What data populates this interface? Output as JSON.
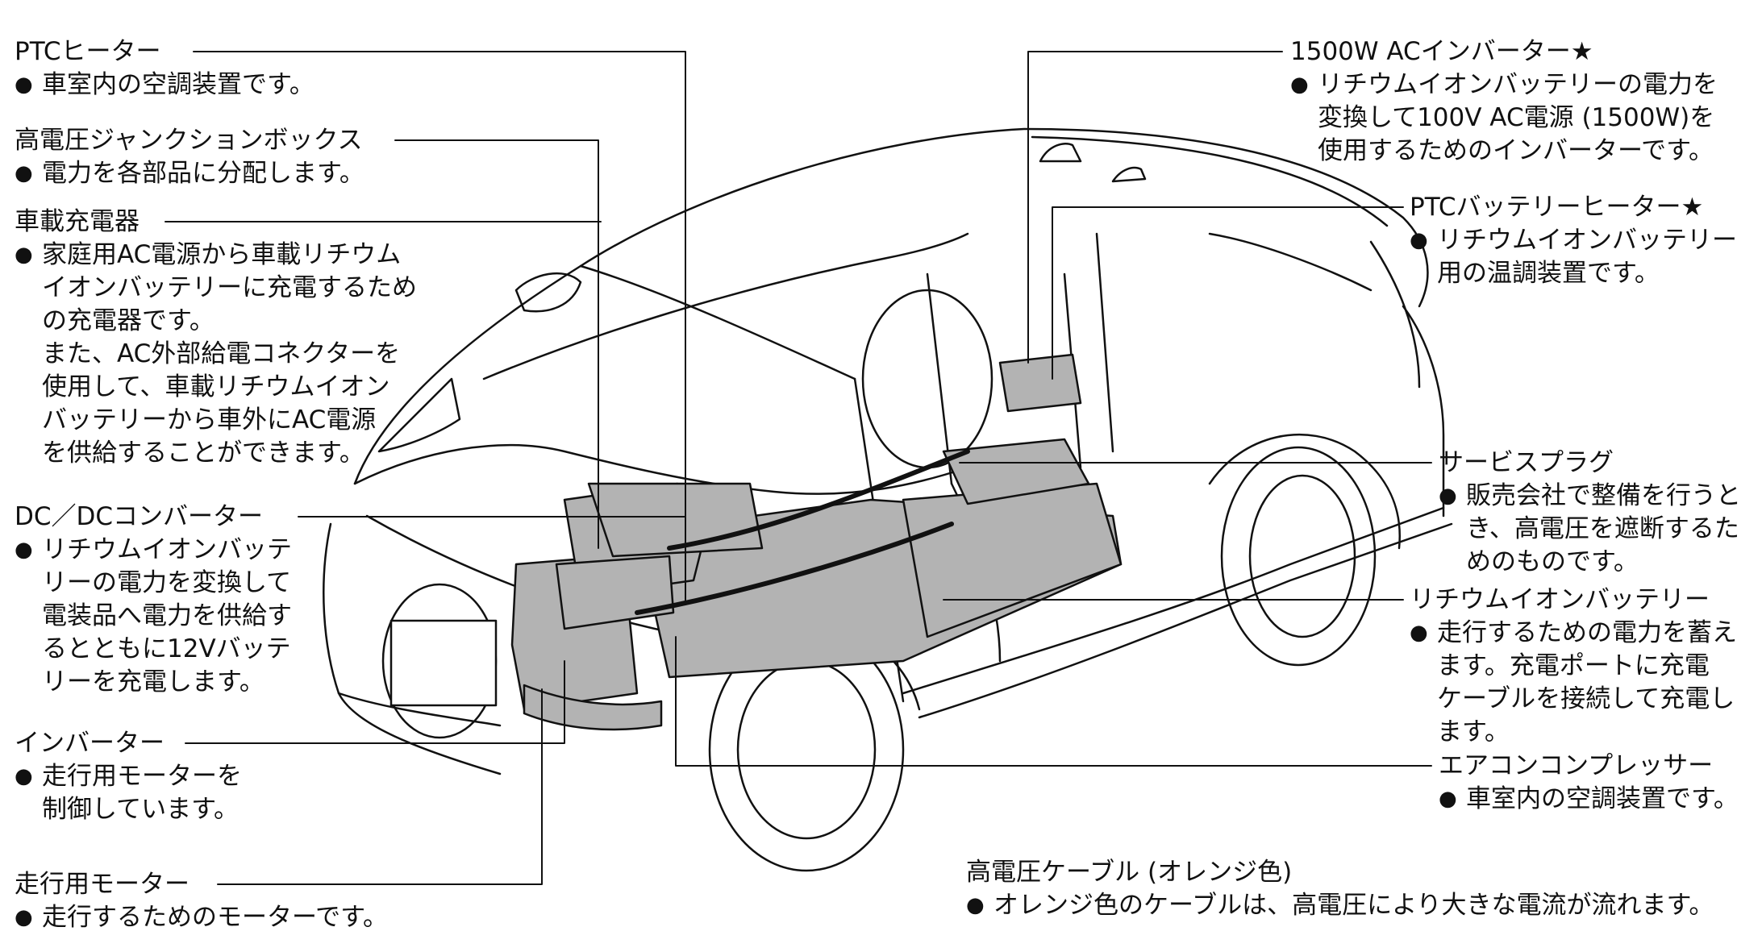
{
  "colors": {
    "line": "#111111",
    "component_fill": "#b3b3b3",
    "background": "#ffffff"
  },
  "callouts": {
    "ptc_heater": {
      "title": "PTCヒーター",
      "desc": [
        "車室内の空調装置です。"
      ]
    },
    "junction_box": {
      "title": "高電圧ジャンクションボックス",
      "desc": [
        "電力を各部品に分配します。"
      ]
    },
    "onboard_charger": {
      "title": "車載充電器",
      "desc": [
        "家庭用AC電源から車載リチウム",
        "イオンバッテリーに充電するため",
        "の充電器です。",
        "また、AC外部給電コネクターを",
        "使用して、車載リチウムイオン",
        "バッテリーから車外にAC電源",
        "を供給することができます。"
      ]
    },
    "dcdc_converter": {
      "title": "DC／DCコンバーター",
      "desc": [
        "リチウムイオンバッテ",
        "リーの電力を変換して",
        "電装品へ電力を供給す",
        "るとともに12Vバッテ",
        "リーを充電します。"
      ]
    },
    "inverter": {
      "title": "インバーター",
      "desc": [
        "走行用モーターを",
        "制御しています。"
      ]
    },
    "motor": {
      "title": "走行用モーター",
      "desc": [
        "走行するためのモーターです。"
      ]
    },
    "ac_inverter": {
      "title": "1500W ACインバーター★",
      "desc": [
        "リチウムイオンバッテリーの電力を",
        "変換して100V AC電源 (1500W)を",
        "使用するためのインバーターです。"
      ]
    },
    "ptc_battery_heater": {
      "title": "PTCバッテリーヒーター★",
      "desc": [
        "リチウムイオンバッテリー",
        "用の温調装置です。"
      ]
    },
    "service_plug": {
      "title": "サービスプラグ",
      "desc": [
        "販売会社で整備を行うと",
        "き、高電圧を遮断するた",
        "めのものです。"
      ]
    },
    "li_battery": {
      "title": "リチウムイオンバッテリー",
      "desc": [
        "走行するための電力を蓄え",
        "ます。充電ポートに充電",
        "ケーブルを接続して充電し",
        "ます。"
      ]
    },
    "ac_compressor": {
      "title": "エアコンコンプレッサー",
      "desc": [
        "車室内の空調装置です。"
      ]
    },
    "hv_cable": {
      "title": "高電圧ケーブル (オレンジ色)",
      "desc": [
        "オレンジ色のケーブルは、高電圧により大きな電流が流れます。"
      ]
    }
  }
}
